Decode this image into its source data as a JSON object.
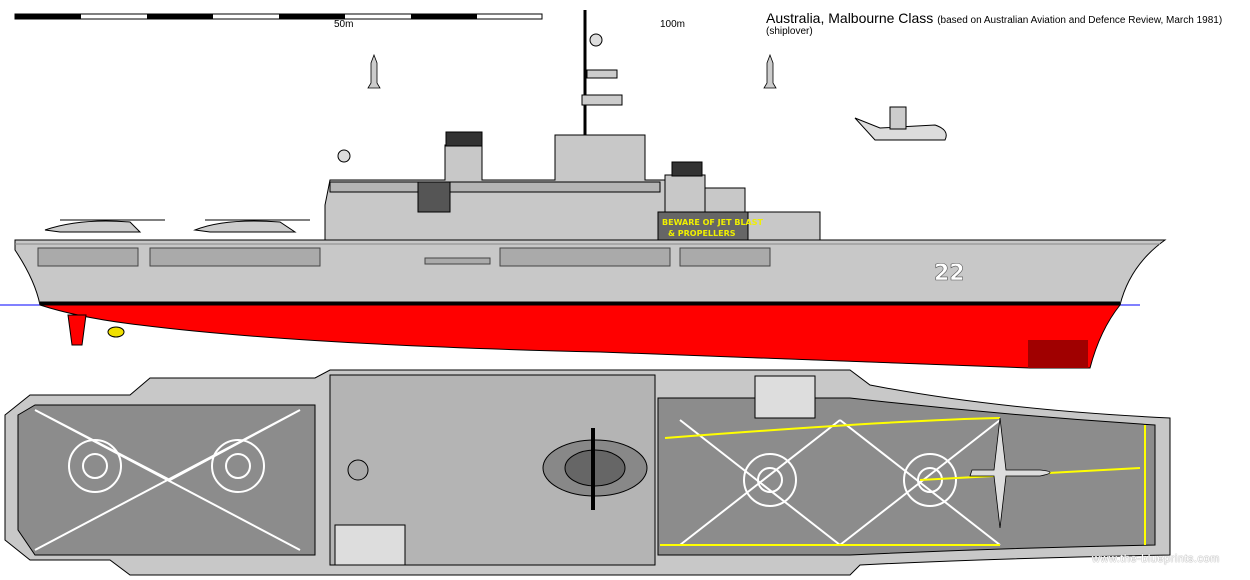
{
  "title": {
    "main": "Australia, Malbourne Class",
    "source": "(based on Australian Aviation and Defence Review, March 1981)",
    "credit": "(shiplover)"
  },
  "scale": {
    "mid_label": "50m",
    "end_label": "100m"
  },
  "ship": {
    "hull_number": "22",
    "warning_line1": "BEWARE OF JET BLAST",
    "warning_line2": "& PROPELLERS"
  },
  "colors": {
    "hull": "#c8c8c8",
    "antifouling": "#ff0000",
    "deck": "#8c8c8c",
    "waterline": "#0000ff",
    "deck_marking": "#ffff00"
  },
  "watermark": "www.the-blueprints.com"
}
